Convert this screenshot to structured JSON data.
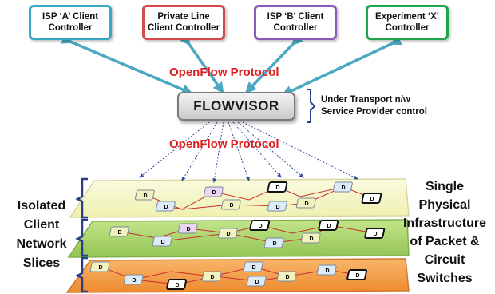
{
  "controllers": [
    {
      "label": "ISP ‘A’ Client\nController",
      "color": "#3aa7c4"
    },
    {
      "label": "Private Line\nClient Controller",
      "color": "#d44a4a"
    },
    {
      "label": "ISP ‘B’ Client\nController",
      "color": "#8a5bb4"
    },
    {
      "label": "Experiment ‘X’\nController",
      "color": "#20a64a"
    }
  ],
  "protocol_top": "OpenFlow Protocol",
  "protocol_bottom": "OpenFlow Protocol",
  "flowvisor": "FLOWVISOR",
  "transport_note": "Under Transport n/w\nService Provider control",
  "left_label": "Isolated\nClient\nNetwork\nSlices",
  "right_label": "Single\nPhysical\nInfrastructure\nof Packet  &\nCircuit\nSwitches",
  "switch_label": "D",
  "layer_colors": [
    "#f6f5c6",
    "#a9d466",
    "#f5a04a"
  ],
  "arrow_color": "#4aa8c0"
}
